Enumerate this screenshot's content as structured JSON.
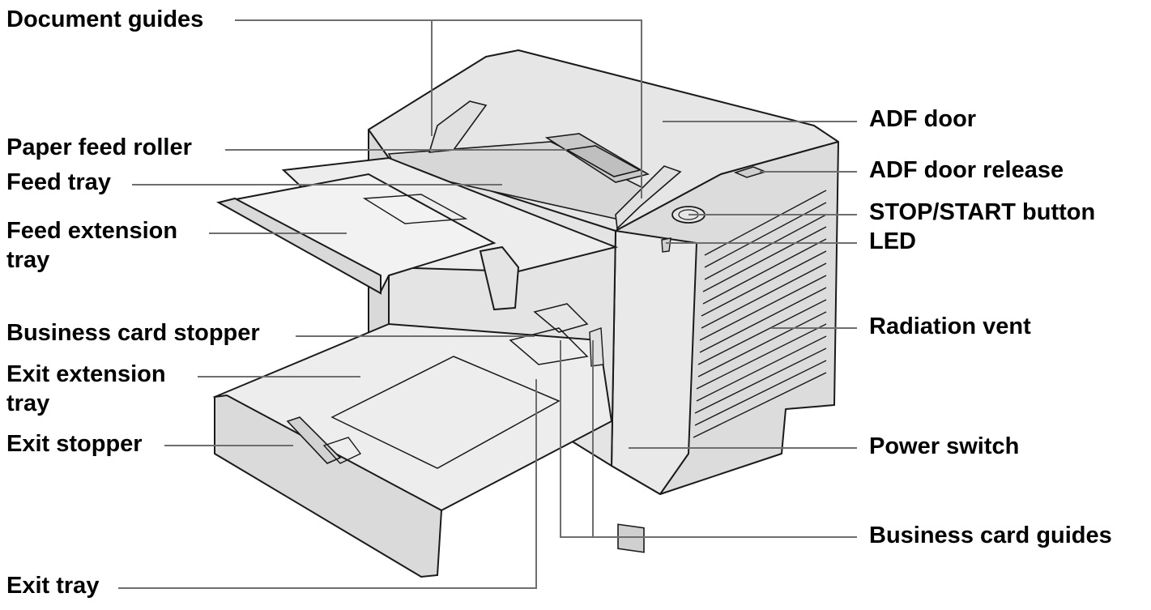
{
  "labels": {
    "document_guides": "Document guides",
    "paper_feed_roller": "Paper feed roller",
    "feed_tray": "Feed tray",
    "feed_extension_tray_1": "Feed extension",
    "feed_extension_tray_2": "tray",
    "business_card_stopper": "Business card stopper",
    "exit_extension_tray_1": "Exit extension",
    "exit_extension_tray_2": "tray",
    "exit_stopper": "Exit stopper",
    "exit_tray": "Exit tray",
    "adf_door": "ADF door",
    "adf_door_release": "ADF door release",
    "stop_start_button": "STOP/START button",
    "led": "LED",
    "radiation_vent": "Radiation vent",
    "power_switch": "Power switch",
    "business_card_guides": "Business card guides"
  },
  "colors": {
    "leader_line": "#6e6e6e",
    "body_fill": "#e6e6e6",
    "body_stroke": "#1a1a1a",
    "tray_fill": "#ededed",
    "shade_fill": "#cfcfcf"
  }
}
